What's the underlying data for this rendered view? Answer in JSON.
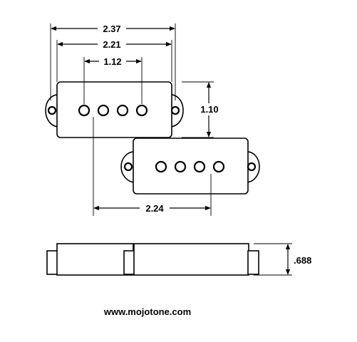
{
  "dimensions": {
    "overall_width": "2.37",
    "mount_hole_spacing": "2.21",
    "pole_spacing": "1.12",
    "pickup_offset_vertical": "1.10",
    "pickup_offset_horizontal": "2.24",
    "height": ".688"
  },
  "footer": {
    "website": "www.mojotone.com"
  }
}
